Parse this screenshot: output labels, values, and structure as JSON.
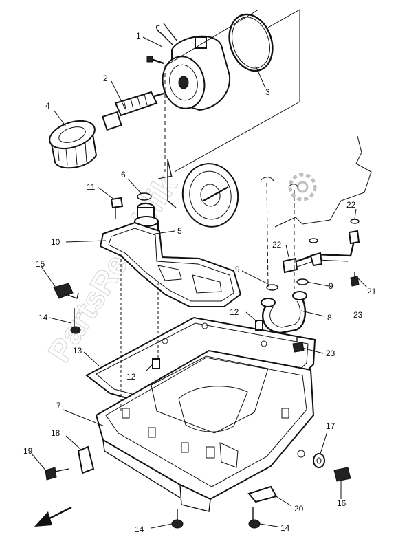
{
  "callouts": {
    "c1": "1",
    "c2": "2",
    "c3": "3",
    "c4": "4",
    "c5": "5",
    "c6": "6",
    "c7": "7",
    "c8": "8",
    "c9a": "9",
    "c9b": "9",
    "c10": "10",
    "c11": "11",
    "c12a": "12",
    "c12b": "12",
    "c13": "13",
    "c14a": "14",
    "c14b": "14",
    "c14c": "14",
    "c15": "15",
    "c16": "16",
    "c17": "17",
    "c18": "18",
    "c19": "19",
    "c20": "20",
    "c21": "21",
    "c22a": "22",
    "c22b": "22",
    "c23a": "23",
    "c23b": "23"
  },
  "watermark": "PartsRepublik",
  "icons": {
    "direction": "front-direction-arrow-icon",
    "watermark_gear": "gear-icon"
  }
}
